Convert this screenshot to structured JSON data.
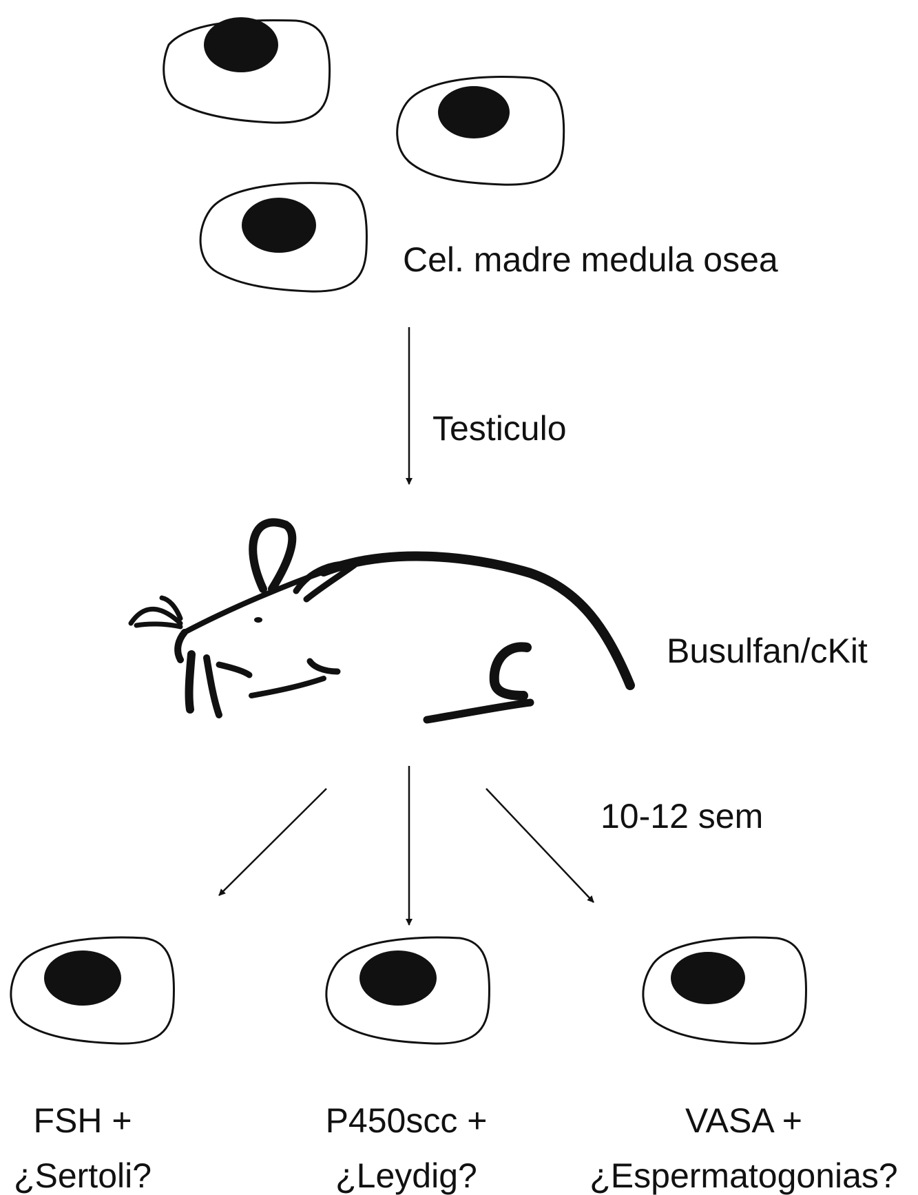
{
  "source_cells": {
    "label": "Cel. madre medula osea"
  },
  "injection": {
    "label": "Testiculo"
  },
  "mouse": {
    "label": "Busulfan/cKit"
  },
  "duration": {
    "label": "10-12 sem"
  },
  "outcomes": [
    {
      "marker": "FSH +",
      "cell_type": "¿Sertoli?"
    },
    {
      "marker": "P450scc +",
      "cell_type": "¿Leydig?"
    },
    {
      "marker": "VASA +",
      "cell_type": "¿Espermatogonias?"
    }
  ],
  "colors": {
    "ink": "#111111",
    "background": "#ffffff"
  }
}
